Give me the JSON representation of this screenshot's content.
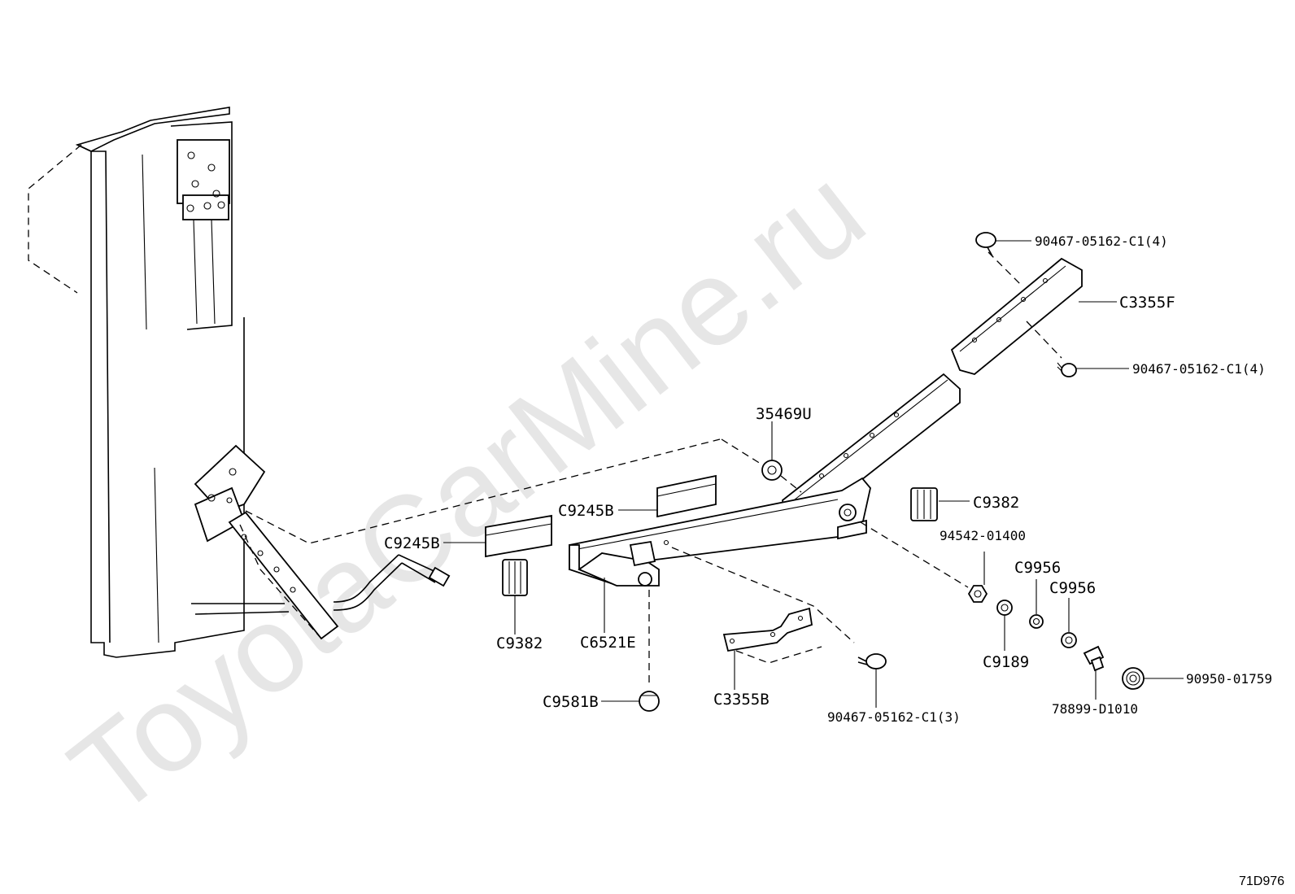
{
  "watermark": "ToyotaCarMine.ru",
  "diagram_ref": "71D976",
  "callouts": {
    "bolt_top": "90467-05162-C1(4)",
    "cover_top": "C3355F",
    "bolt_mid": "90467-05162-C1(4)",
    "bushing": "35469U",
    "pad_right": "C9382",
    "plate_upper": "C9245B",
    "plate_left": "C9245B",
    "nut": "94542-01400",
    "washer_a": "C9956",
    "washer_b": "C9956",
    "pad_left": "C9382",
    "bracket": "C6521E",
    "washer_c": "C9189",
    "bolt": "78899-D1010",
    "grommet": "90950-01759",
    "cap": "C9581B",
    "clip_plate": "C3355B",
    "bolt_bottom": "90467-05162-C1(3)"
  }
}
